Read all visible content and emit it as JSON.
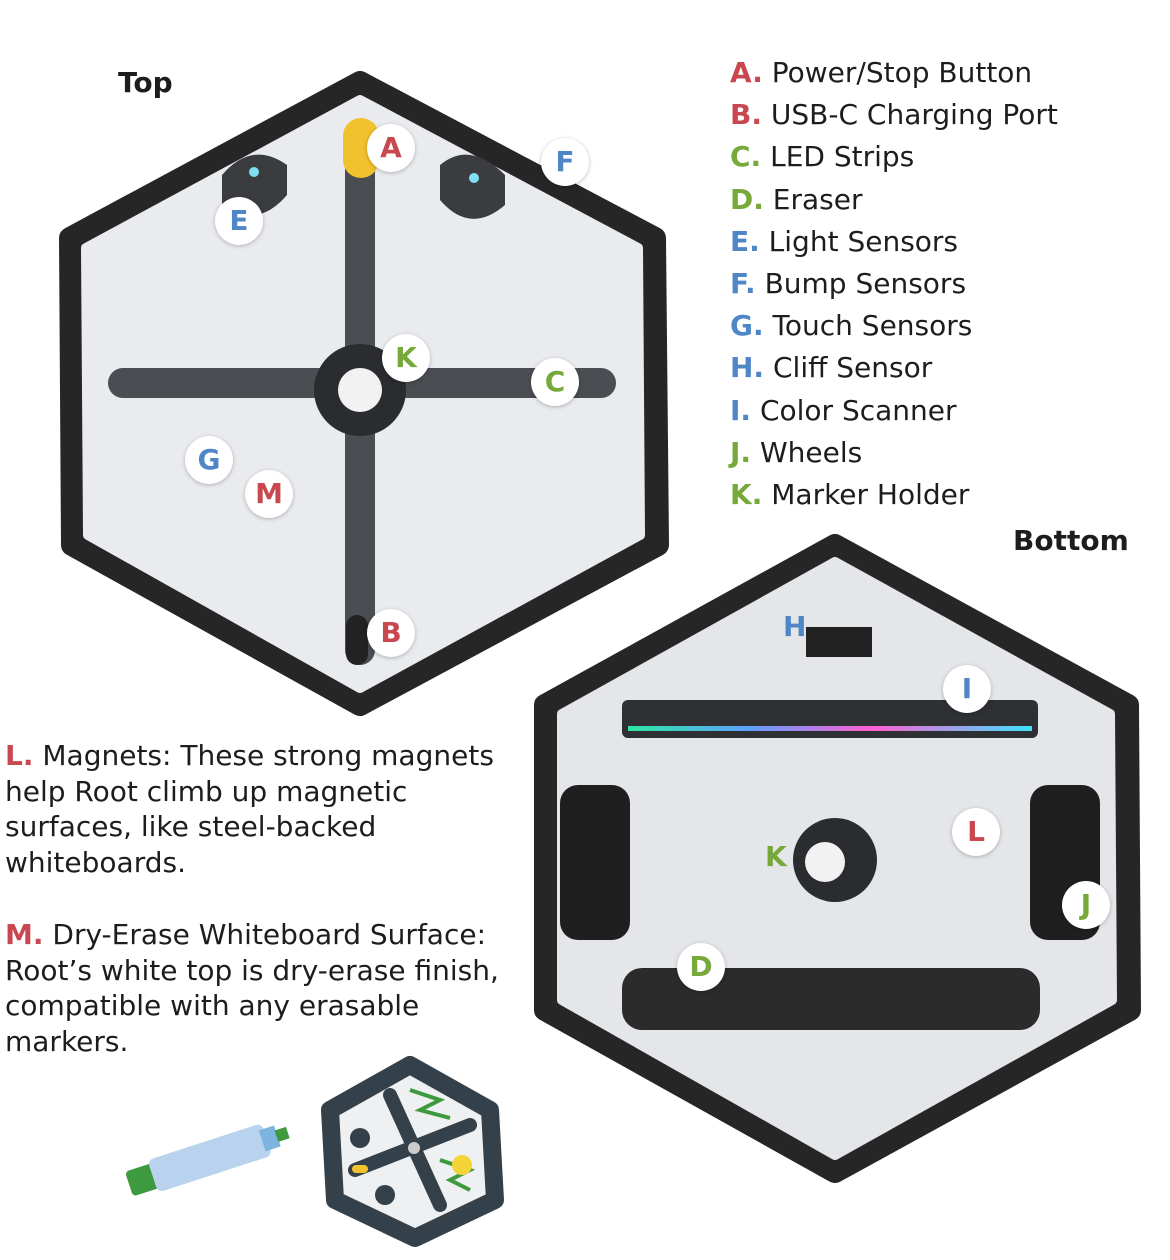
{
  "colors": {
    "red": "#c9474f",
    "green": "#76a83a",
    "blue": "#4f86c6"
  },
  "headings": {
    "top": "Top",
    "bottom": "Bottom"
  },
  "legend": [
    {
      "letter": "A.",
      "label": "Power/Stop Button",
      "color": "red"
    },
    {
      "letter": "B.",
      "label": "USB-C Charging Port",
      "color": "red"
    },
    {
      "letter": "C.",
      "label": "LED Strips",
      "color": "green"
    },
    {
      "letter": "D.",
      "label": "Eraser",
      "color": "green"
    },
    {
      "letter": "E.",
      "label": "Light Sensors",
      "color": "blue"
    },
    {
      "letter": "F.",
      "label": "Bump Sensors",
      "color": "blue"
    },
    {
      "letter": "G.",
      "label": "Touch Sensors",
      "color": "blue"
    },
    {
      "letter": "H.",
      "label": "Cliff Sensor",
      "color": "blue"
    },
    {
      "letter": "I.",
      "label": "Color Scanner",
      "color": "blue"
    },
    {
      "letter": "J.",
      "label": "Wheels",
      "color": "green"
    },
    {
      "letter": "K.",
      "label": "Marker Holder",
      "color": "green"
    }
  ],
  "descriptions": {
    "L": {
      "letter": "L.",
      "text": "Magnets: These strong magnets help Root climb up magnetic surfaces, like steel-backed whiteboards."
    },
    "M": {
      "letter": "M.",
      "text": "Dry-Erase Whiteboard Surface: Root’s white top is dry-erase finish, compatible with any erasable markers."
    }
  },
  "callouts": {
    "A": "A",
    "B": "B",
    "C": "C",
    "D": "D",
    "E": "E",
    "F": "F",
    "G": "G",
    "H": "H",
    "I": "I",
    "J": "J",
    "K": "K",
    "L": "L",
    "M": "M"
  }
}
